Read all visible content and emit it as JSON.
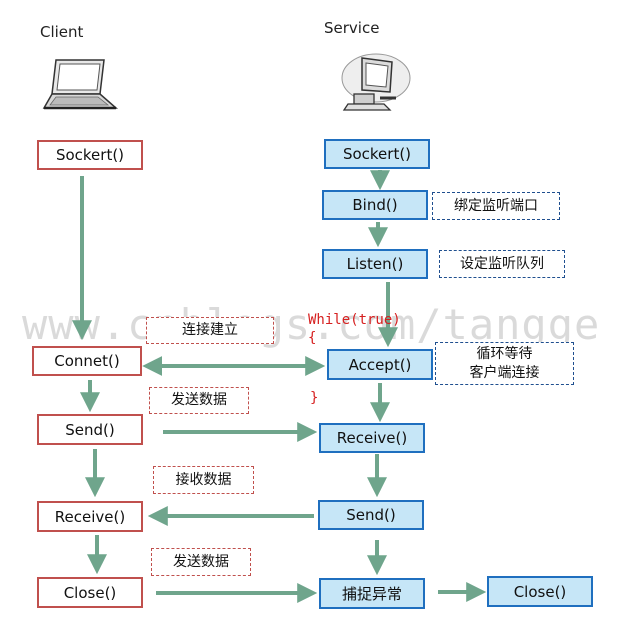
{
  "labels": {
    "client": "Client",
    "service": "Service"
  },
  "client_steps": [
    "Sockert()",
    "Connet()",
    "Send()",
    "Receive()",
    "Close()"
  ],
  "service_steps": [
    "Sockert()",
    "Bind()",
    "Listen()",
    "Accept()",
    "Receive()",
    "Send()",
    "捕捉异常",
    "Close()"
  ],
  "notes": {
    "bind": "绑定监听端口",
    "listen": "设定监听队列",
    "accept_line1": "循环等待",
    "accept_line2": "客户端连接",
    "connect": "连接建立",
    "send1": "发送数据",
    "receive": "接收数据",
    "send2": "发送数据"
  },
  "code": {
    "while": "While(true)",
    "open_brace": "{",
    "close_brace": "}"
  },
  "watermark": "www.cnblogs.com/tangge",
  "colors": {
    "arrow": "#6fa58c",
    "client_border": "#c0504d",
    "service_border": "#1f6fbf",
    "service_fill": "#c6e6f7",
    "code_text": "#d62020"
  },
  "icons": [
    "laptop-icon",
    "desktop-computer-icon"
  ]
}
